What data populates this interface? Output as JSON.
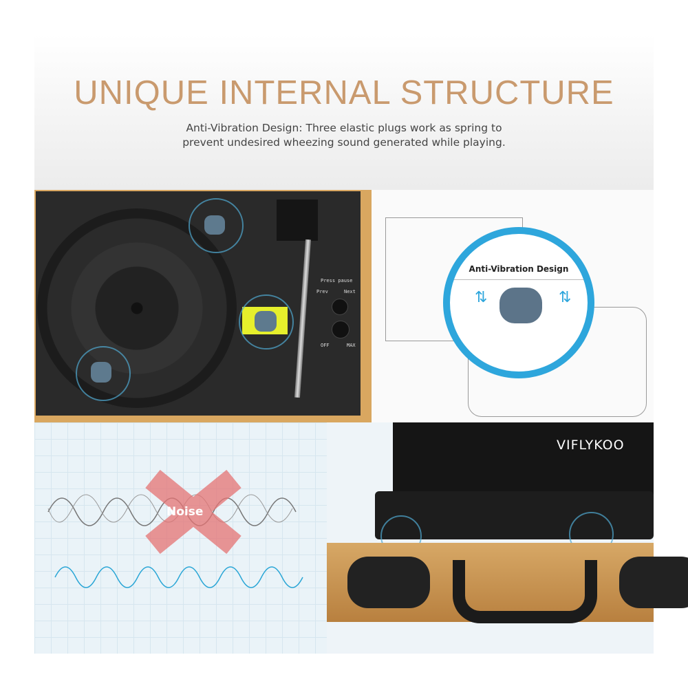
{
  "header": {
    "title": "UNIQUE INTERNAL STRUCTURE",
    "subtitle_line1": "Anti-Vibration Design: Three elastic plugs work as spring to",
    "subtitle_line2": "prevent undesired wheezing sound generated while playing."
  },
  "turntable": {
    "press_pause": "Press pause",
    "prev": "Prev",
    "next": "Next",
    "off": "OFF",
    "max": "MAX"
  },
  "callout": {
    "label": "Anti-Vibration Design"
  },
  "noise": {
    "label": "Noise"
  },
  "product": {
    "brand": "VIFLYKOO"
  },
  "colors": {
    "title": "#c99a6e",
    "accent": "#2ea6dc",
    "noise": "#e57373"
  }
}
